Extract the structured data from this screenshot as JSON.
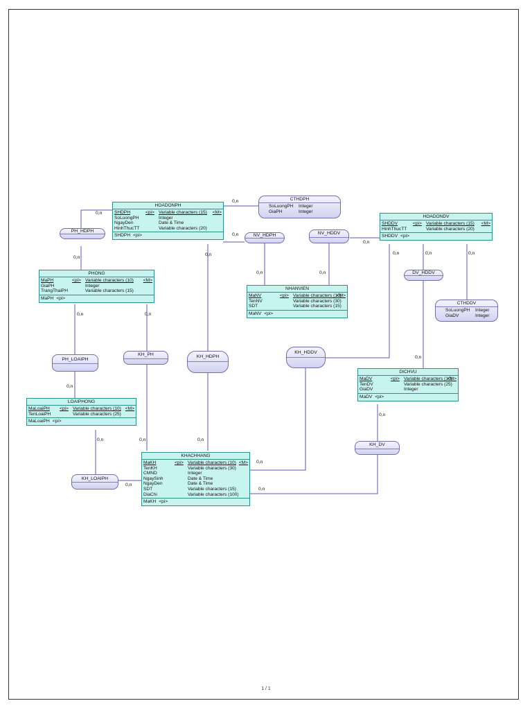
{
  "footer": "1 / 1",
  "entities": {
    "hoadonph": {
      "name": "HOADONPH",
      "attrs": [
        {
          "n": "SHDPH",
          "pi": "<pi>",
          "t": "Variable characters (15)",
          "m": "<M>",
          "pk": true
        },
        {
          "n": "SoLuongPH",
          "t": "Integer"
        },
        {
          "n": "NgayDen",
          "t": "Date & Time"
        },
        {
          "n": "HinhThucTT",
          "t": "Variable characters (20)"
        }
      ],
      "ids": [
        "SHDPH",
        "<pi>"
      ]
    },
    "hoadondv": {
      "name": "HOADONDV",
      "attrs": [
        {
          "n": "SHDDV",
          "pi": "<pi>",
          "t": "Variable characters (15)",
          "m": "<M>",
          "pk": true
        },
        {
          "n": "HinhThucTT",
          "t": "Variable characters (20)"
        }
      ],
      "ids": [
        "SHDDV",
        "<pi>"
      ]
    },
    "phong": {
      "name": "PHONG",
      "attrs": [
        {
          "n": "MaPH",
          "pi": "<pi>",
          "t": "Variable characters (10)",
          "m": "<M>",
          "pk": true
        },
        {
          "n": "GiaPH",
          "t": "Integer"
        },
        {
          "n": "TrangThaiPH",
          "t": "Variable characters (15)"
        }
      ],
      "ids": [
        "MaPH",
        "<pi>"
      ]
    },
    "nhanvien": {
      "name": "NHANVIEN",
      "attrs": [
        {
          "n": "MaNV",
          "pi": "<pi>",
          "t": "Variable characters (10)",
          "m": "<M>",
          "pk": true
        },
        {
          "n": "TenNV",
          "t": "Variable characters (30)"
        },
        {
          "n": "SDT",
          "t": "Variable characters (15)"
        }
      ],
      "ids": [
        "MaNV",
        "<pi>"
      ]
    },
    "loaiphong": {
      "name": "LOAIPHONG",
      "attrs": [
        {
          "n": "MaLoaiPH",
          "pi": "<pi>",
          "t": "Variable characters (10)",
          "m": "<M>",
          "pk": true
        },
        {
          "n": "TenLoaiPH",
          "t": "Variable characters (25)"
        }
      ],
      "ids": [
        "MaLoaiPH",
        "<pi>"
      ]
    },
    "dichvu": {
      "name": "DICHVU",
      "attrs": [
        {
          "n": "MaDV",
          "pi": "<pi>",
          "t": "Variable characters (10)",
          "m": "<M>",
          "pk": true
        },
        {
          "n": "TenDV",
          "t": "Variable characters (25)"
        },
        {
          "n": "GiaDV",
          "t": "Integer"
        }
      ],
      "ids": [
        "MaDV",
        "<pi>"
      ]
    },
    "khachhang": {
      "name": "KHACHHANG",
      "attrs": [
        {
          "n": "MaKH",
          "pi": "<pi>",
          "t": "Variable characters (10)",
          "m": "<M>",
          "pk": true
        },
        {
          "n": "TenKH",
          "t": "Variable characters (30)"
        },
        {
          "n": "CMND",
          "t": "Integer"
        },
        {
          "n": "NgaySinh",
          "t": "Date & Time"
        },
        {
          "n": "NgayDen",
          "t": "Date & Time"
        },
        {
          "n": "SDT",
          "t": "Variable characters (15)"
        },
        {
          "n": "DiaChi",
          "t": "Variable characters (100)"
        }
      ],
      "ids": [
        "MaKH",
        "<pi>"
      ]
    }
  },
  "relations": {
    "ph_hdph": "PH_HDPH",
    "nv_hdph": "NV_HDPH",
    "nv_hddv": "NV_HDDV",
    "dv_hddv": "DV_HDDV",
    "ph_loaiph": "PH_LOAIPH",
    "kh_ph": "KH_PH",
    "kh_hdph": "KH_HDPH",
    "kh_hddv": "KH_HDDV",
    "kh_dv": "KH_DV",
    "kh_loaiph": "KH_LOAIPH"
  },
  "relation_entities": {
    "cthdph": {
      "name": "CTHDPH",
      "attrs": [
        {
          "n": "SoLuongPH",
          "t": "Integer"
        },
        {
          "n": "GiaPH",
          "t": "Integer"
        }
      ]
    },
    "cthddv": {
      "name": "CTHDDV",
      "attrs": [
        {
          "n": "SoLuongPH",
          "t": "Integer"
        },
        {
          "n": "GiaDV",
          "t": "Integer"
        }
      ]
    }
  },
  "cardinality": "0,n"
}
